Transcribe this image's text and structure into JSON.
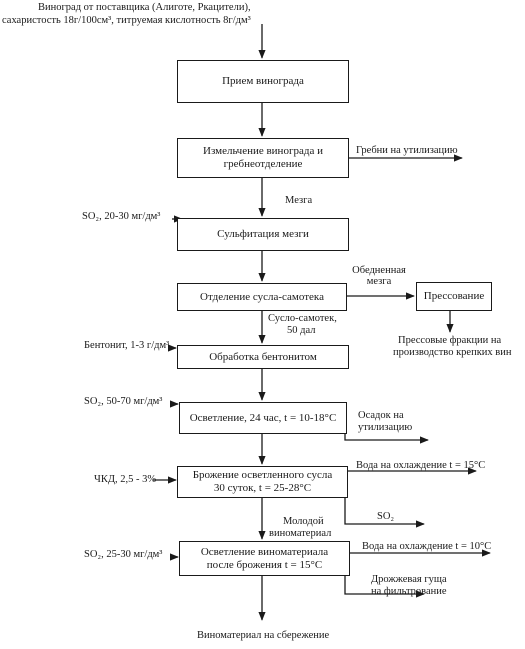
{
  "input": {
    "line1": "Виноград от поставщика (Алиготе, Ркацители),",
    "line2": "сахаристость 18г/100см³, титруемая кислотность 8г/дм³"
  },
  "boxes": {
    "b1": "Прием винограда",
    "b2_l1": "Измельчение винограда и",
    "b2_l2": "гребнеотделение",
    "b3": "Сульфитация мезги",
    "b4": "Отделение сусла-самотека",
    "b5": "Прессование",
    "b6": "Обработка бентонитом",
    "b7": "Осветление, 24 час, t = 10-18°С",
    "b8_l1": "Брожение осветленного сусла",
    "b8_l2": "30 суток, t = 25-28°С",
    "b9_l1": "Осветление виноматериала",
    "b9_l2": "после брожения t = 15°С"
  },
  "labels": {
    "grebni": "Гребни на утилизацию",
    "mezga": "Мезга",
    "so2_1": "SO₂, 20-30 мг/дм³",
    "obed_l1": "Обедненная",
    "obed_l2": "мезга",
    "susl_l1": "Сусло-самотек,",
    "susl_l2": "50 дал",
    "press_l1": "Прессовые фракции на",
    "press_l2": "производство крепких вин",
    "bentonit": "Бентонит, 1-3 г/дм³",
    "so2_2": "SO₂, 50-70 мг/дм³",
    "osadok_l1": "Осадок на",
    "osadok_l2": "утилизацию",
    "chkd": "ЧКД, 2,5 - 3%",
    "voda1": "Вода на охлаждение t = 15°С",
    "so2_out": "SO₂",
    "molodoy_l1": "Молодой",
    "molodoy_l2": "виноматериал",
    "so2_3": "SO₂, 25-30 мг/дм³",
    "voda2": "Вода на охлаждение t = 10°С",
    "drozh_l1": "Дрожжевая гуща",
    "drozh_l2": "на фильтрование",
    "output": "Виноматериал на сбережение"
  }
}
